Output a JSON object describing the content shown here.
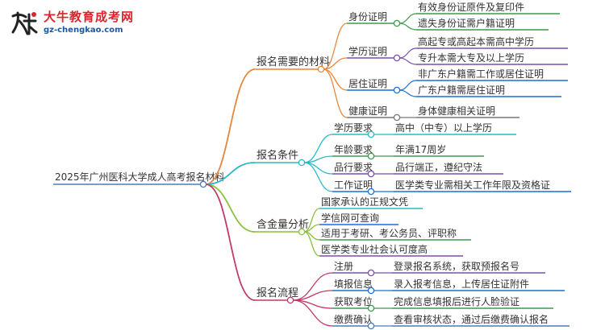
{
  "logo": {
    "title": "大牛教育成考网",
    "domain": "gz-chengkao.com",
    "mark_text": "大牛"
  },
  "colors": {
    "root": "#4a7ab8",
    "materials": "#e8873c",
    "conditions": "#2bb8c9",
    "value": "#8cbf3f",
    "process": "#c0396b",
    "id": "#3a9a4a",
    "edu": "#7b4fa8",
    "residence": "#1a6fd6",
    "health": "#777777"
  },
  "mindmap": {
    "root": "2025年广州医科大学成人高考报名材料",
    "branches": [
      {
        "label": "报名需要的材料",
        "color_key": "materials",
        "children": [
          {
            "label": "身份证明",
            "color_key": "id",
            "children": [
              "有效身份证原件及复印件",
              "遗失身份证需户籍证明"
            ]
          },
          {
            "label": "学历证明",
            "color_key": "edu",
            "children": [
              "高起专或高起本需高中学历",
              "专升本需大专及以上学历"
            ]
          },
          {
            "label": "居住证明",
            "color_key": "residence",
            "children": [
              "非广东户籍需工作或居住证明",
              "广东户籍需居住证明"
            ]
          },
          {
            "label": "健康证明",
            "color_key": "health",
            "children": [
              "身体健康相关证明"
            ]
          }
        ]
      },
      {
        "label": "报名条件",
        "color_key": "conditions",
        "children": [
          {
            "label": "学历要求",
            "color_key": "conditions",
            "children": [
              "高中（中专）以上学历"
            ]
          },
          {
            "label": "年龄要求",
            "color_key": "id",
            "children": [
              "年满17周岁"
            ]
          },
          {
            "label": "品行要求",
            "color_key": "edu",
            "children": [
              "品行端正，遵纪守法"
            ]
          },
          {
            "label": "工作证明",
            "color_key": "residence",
            "children": [
              "医学类专业需相关工作年限及资格证"
            ]
          }
        ]
      },
      {
        "label": "含金量分析",
        "color_key": "value",
        "children": [
          {
            "label": "国家承认的正规文凭",
            "color_key": "conditions",
            "children": []
          },
          {
            "label": "学信网可查询",
            "color_key": "residence",
            "children": []
          },
          {
            "label": "适用于考研、考公务员、评职称",
            "color_key": "id",
            "children": []
          },
          {
            "label": "医学类专业社会认可度高",
            "color_key": "edu",
            "children": []
          }
        ]
      },
      {
        "label": "报名流程",
        "color_key": "process",
        "children": [
          {
            "label": "注册",
            "color_key": "edu",
            "children": [
              "登录报名系统，获取预报名号"
            ]
          },
          {
            "label": "填报信息",
            "color_key": "residence",
            "children": [
              "录入报考信息，上传居住证附件"
            ]
          },
          {
            "label": "获取考位",
            "color_key": "id",
            "children": [
              "完成信息填报后进行人脸验证"
            ]
          },
          {
            "label": "缴费确认",
            "color_key": "root",
            "children": [
              "查看审核状态，通过后缴费确认报名"
            ]
          }
        ]
      }
    ]
  }
}
